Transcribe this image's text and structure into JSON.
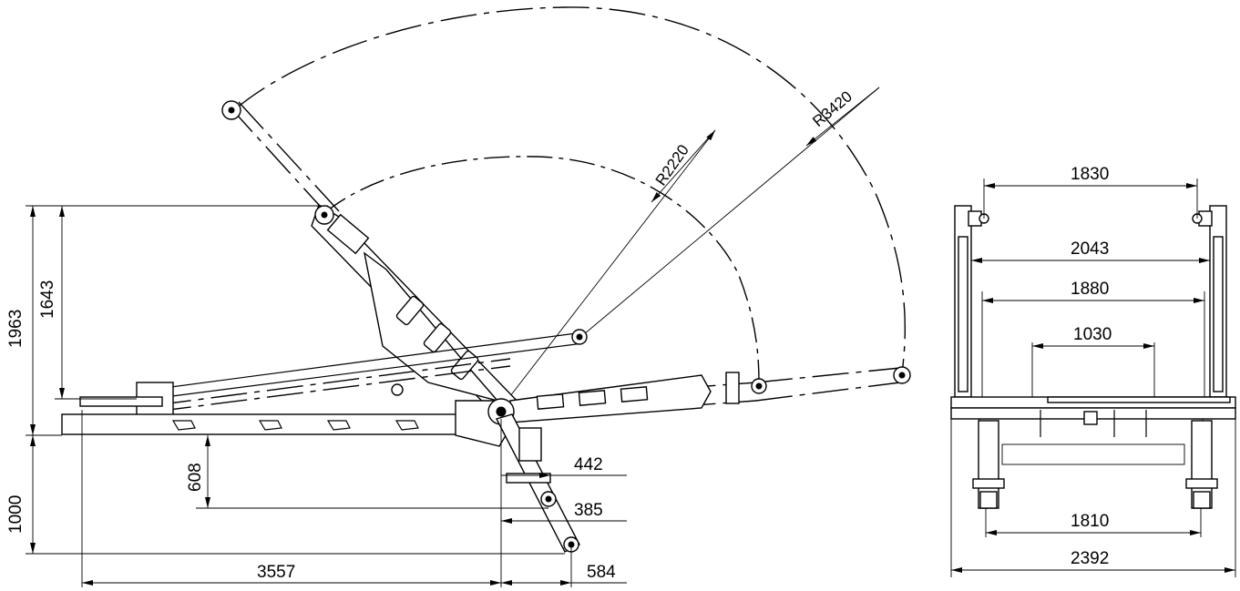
{
  "side_view": {
    "dimensions": {
      "h_1963": "1963",
      "h_1643": "1643",
      "h_1000": "1000",
      "h_608": "608",
      "w_3557": "3557",
      "w_584": "584",
      "w_442": "442",
      "w_385": "385"
    },
    "radii": {
      "r_2220": "R2220",
      "r_3420": "R3420"
    }
  },
  "end_view": {
    "dimensions": {
      "w_1830": "1830",
      "w_2043": "2043",
      "w_1880": "1880",
      "w_1030": "1030",
      "w_1810": "1810",
      "w_2392": "2392"
    }
  }
}
